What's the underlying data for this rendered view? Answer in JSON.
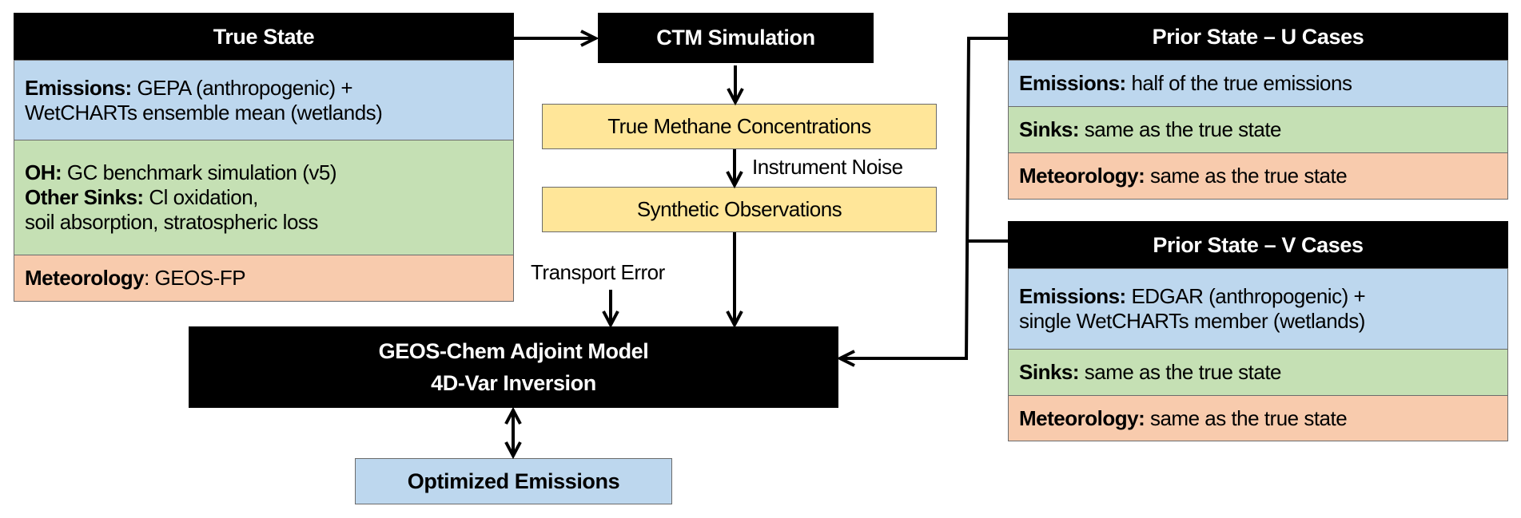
{
  "true_state": {
    "title": "True State",
    "emissions": {
      "label": "Emissions:",
      "line1": " GEPA (anthropogenic) +",
      "line2": "WetCHARTs ensemble mean (wetlands)"
    },
    "sinks": {
      "oh_label": "OH:",
      "oh_value": " GC benchmark simulation (v5)",
      "other_label": "Other Sinks:",
      "other_value": " Cl oxidation,",
      "other_line2": "soil absorption, stratospheric loss"
    },
    "meteorology": {
      "label": "Meteorology",
      "value": ": GEOS-FP"
    }
  },
  "ctm": {
    "title": "CTM Simulation"
  },
  "true_concentrations": {
    "label": "True Methane Concentrations"
  },
  "instrument_noise": {
    "label": "Instrument Noise"
  },
  "synthetic_observations": {
    "label": "Synthetic Observations"
  },
  "transport_error": {
    "label": "Transport Error"
  },
  "geos_chem": {
    "line1": "GEOS-Chem Adjoint Model",
    "line2": "4D-Var Inversion"
  },
  "optimized": {
    "label": "Optimized Emissions"
  },
  "prior_u": {
    "title": "Prior State – U Cases",
    "emissions": {
      "label": "Emissions:",
      "value": " half of the true emissions"
    },
    "sinks": {
      "label": "Sinks:",
      "value": " same as the true state"
    },
    "meteorology": {
      "label": "Meteorology:",
      "value": " same as the true state"
    }
  },
  "prior_v": {
    "title": "Prior State – V Cases",
    "emissions": {
      "label": "Emissions:",
      "line1": " EDGAR (anthropogenic) +",
      "line2": "single WetCHARTs member (wetlands)"
    },
    "sinks": {
      "label": "Sinks:",
      "value": " same as the true state"
    },
    "meteorology": {
      "label": "Meteorology:",
      "value": " same as the true state"
    }
  },
  "colors": {
    "header": "#000000",
    "emissions": "#BDD7EE",
    "sinks": "#C5E0B4",
    "meteorology": "#F8CBAD",
    "process": "#FFE699"
  }
}
